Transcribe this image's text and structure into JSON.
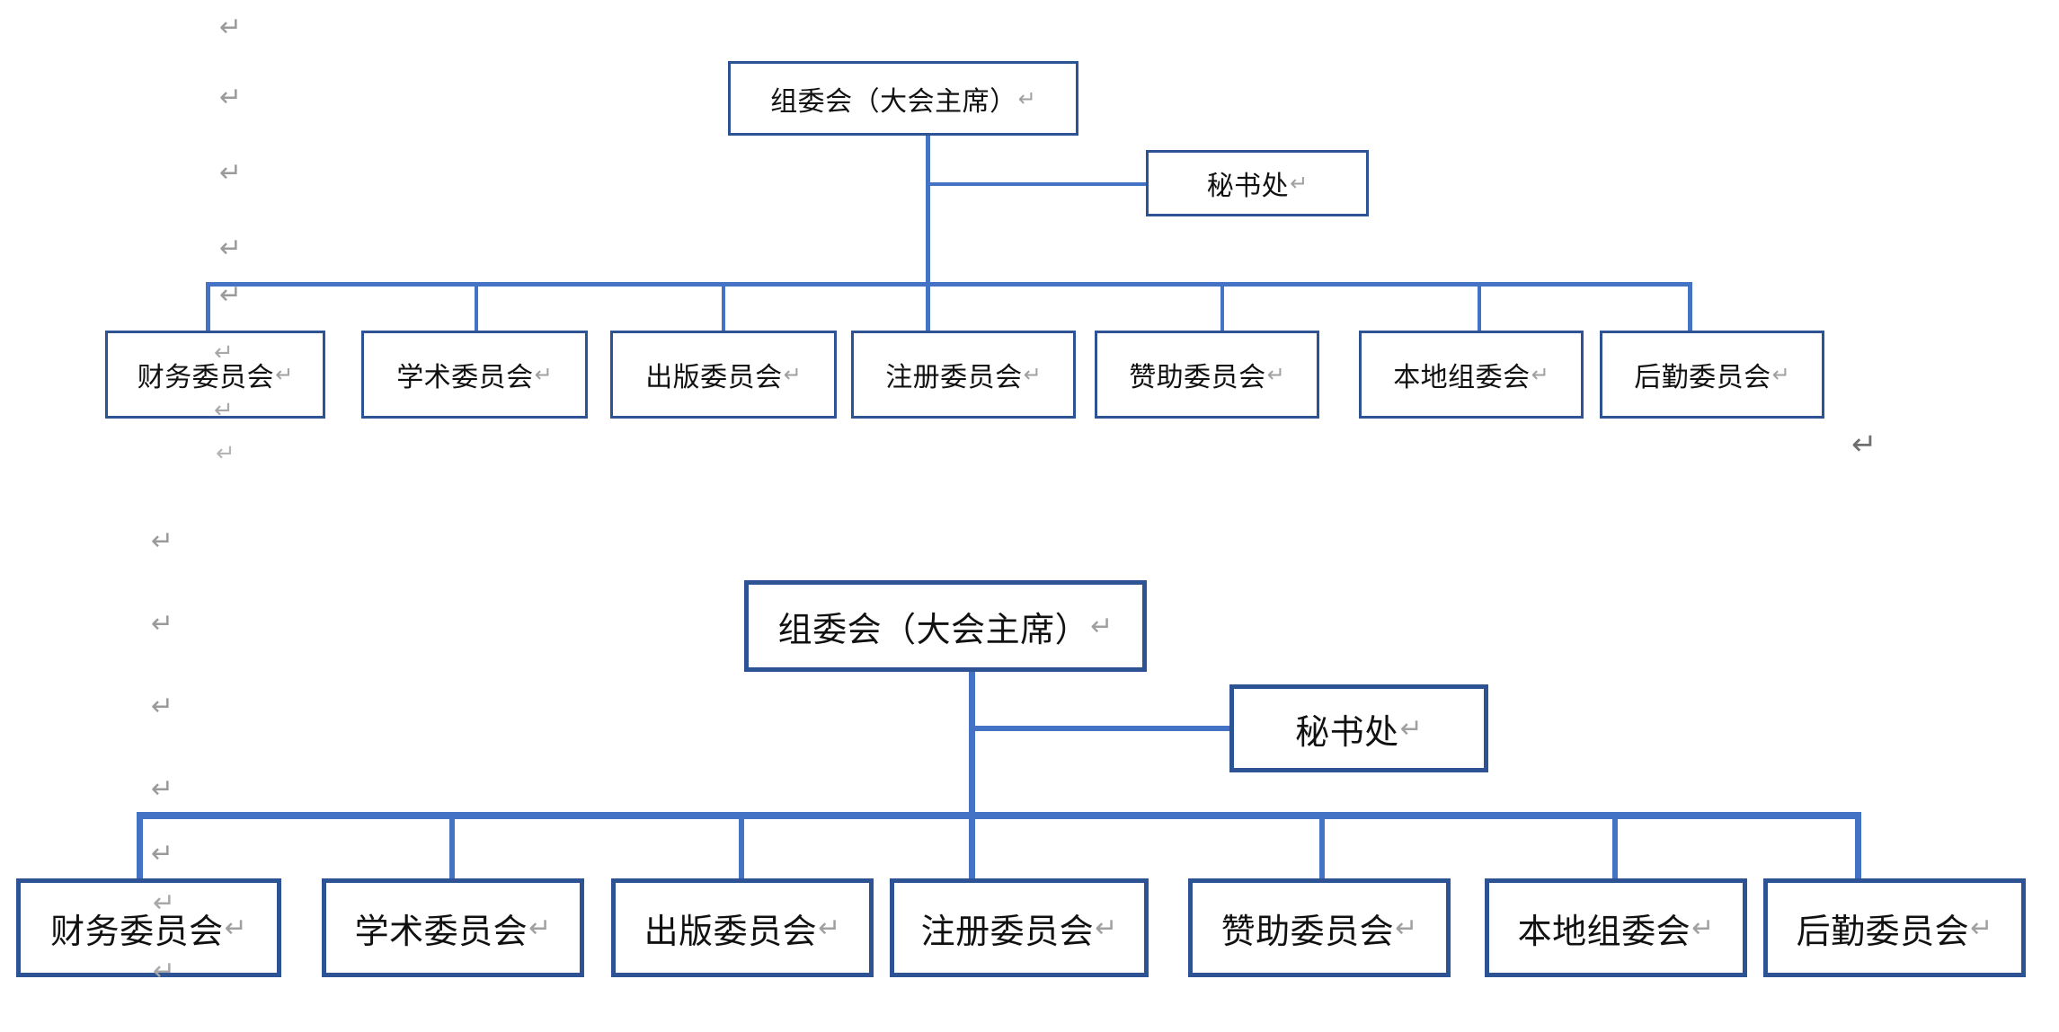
{
  "document": {
    "background_color": "#ffffff",
    "formatting_marks_visible": true,
    "paragraph_mark_glyph": "↵",
    "paragraph_mark_color": "#9a9a9a"
  },
  "palette": {
    "node_border": "#2E5395",
    "node_fill": "#ffffff",
    "connector": "#4472C4",
    "text": "#111111",
    "mark": "#a0a0a0"
  },
  "diagrams": [
    {
      "id": "org-chart-upper",
      "root": {
        "label": "组委会（大会主席）",
        "mark": "↵"
      },
      "staff": {
        "label": "秘书处",
        "mark": "↵"
      },
      "children": [
        {
          "label": "财务委员会",
          "mark": "↵"
        },
        {
          "label": "学术委员会",
          "mark": "↵"
        },
        {
          "label": "出版委员会",
          "mark": "↵"
        },
        {
          "label": "注册委员会",
          "mark": "↵"
        },
        {
          "label": "赞助委员会",
          "mark": "↵"
        },
        {
          "label": "本地组委会",
          "mark": "↵"
        },
        {
          "label": "后勤委员会",
          "mark": "↵"
        }
      ]
    },
    {
      "id": "org-chart-lower",
      "root": {
        "label": "组委会（大会主席）",
        "mark": "↵"
      },
      "staff": {
        "label": "秘书处",
        "mark": "↵"
      },
      "children": [
        {
          "label": "财务委员会",
          "mark": "↵"
        },
        {
          "label": "学术委员会",
          "mark": "↵"
        },
        {
          "label": "出版委员会",
          "mark": "↵"
        },
        {
          "label": "注册委员会",
          "mark": "↵"
        },
        {
          "label": "赞助委员会",
          "mark": "↵"
        },
        {
          "label": "本地组委会",
          "mark": "↵"
        },
        {
          "label": "后勤委员会",
          "mark": "↵"
        }
      ]
    }
  ],
  "paragraph_marks": {
    "upper_left_column": [
      "↵",
      "↵",
      "↵",
      "↵",
      "↵",
      "↵",
      "↵"
    ],
    "upper_right_margin": [
      "↵"
    ],
    "lower_left_column": [
      "↵",
      "↵",
      "↵",
      "↵",
      "↵",
      "↵"
    ],
    "overlay_in_finance_box": [
      "↵",
      "↵"
    ]
  }
}
